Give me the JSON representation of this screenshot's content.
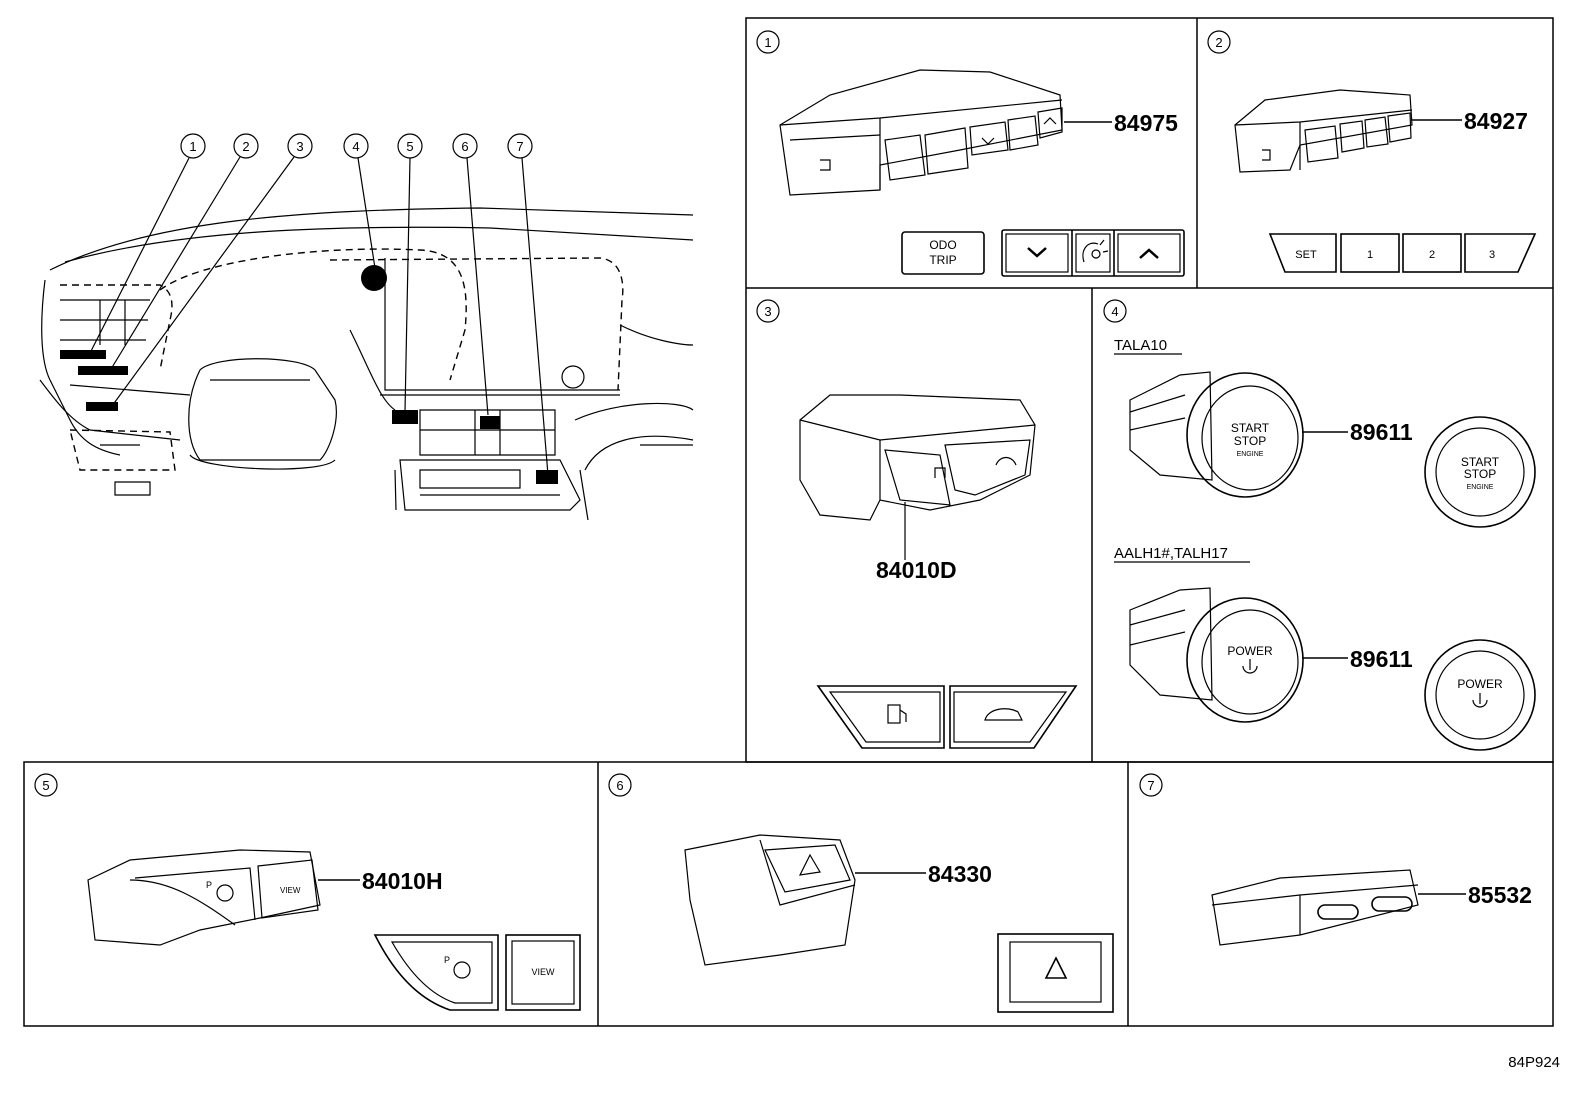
{
  "overview": {
    "callouts": [
      "1",
      "2",
      "3",
      "4",
      "5",
      "6",
      "7"
    ]
  },
  "panels": {
    "p1": {
      "num": "1",
      "part": "84975",
      "btn_odo": "ODO",
      "btn_trip": "TRIP"
    },
    "p2": {
      "num": "2",
      "part": "84927",
      "btn_set": "SET",
      "btn_1": "1",
      "btn_2": "2",
      "btn_3": "3"
    },
    "p3": {
      "num": "3",
      "part": "84010D"
    },
    "p4": {
      "num": "4",
      "code_a": "TALA10",
      "code_b": "AALH1#,TALH17",
      "part_a": "89611",
      "part_b": "89611",
      "start": "START",
      "stop": "STOP",
      "engine": "ENGINE",
      "power": "POWER"
    },
    "p5": {
      "num": "5",
      "part": "84010H",
      "p_label": "P",
      "view": "VIEW"
    },
    "p6": {
      "num": "6",
      "part": "84330"
    },
    "p7": {
      "num": "7",
      "part": "85532"
    }
  },
  "footer": {
    "code": "84P924"
  }
}
